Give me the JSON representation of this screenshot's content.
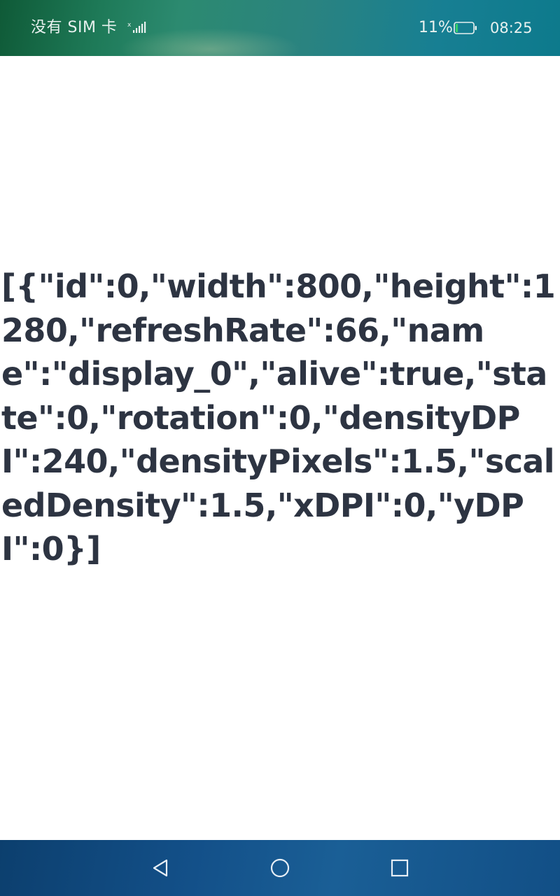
{
  "status_bar": {
    "carrier": "没有 SIM 卡",
    "battery_percent": "11%",
    "battery_level": 0.11,
    "time": "08:25",
    "icons": [
      "signal-icon",
      "battery-icon"
    ]
  },
  "content": {
    "display_info": "[{\"id\":0,\"width\":800,\"height\":1280,\"refreshRate\":66,\"name\":\"display_0\",\"alive\":true,\"state\":0,\"rotation\":0,\"densityDPI\":240,\"densityPixels\":1.5,\"scaledDensity\":1.5,\"xDPI\":0,\"yDPI\":0}]"
  },
  "nav_bar": {
    "buttons": [
      "back-icon",
      "home-icon",
      "recent-apps-icon"
    ]
  },
  "colors": {
    "text": "#2d3442",
    "status_text": "#e8f1ef",
    "battery_fill": "#35d06a"
  }
}
